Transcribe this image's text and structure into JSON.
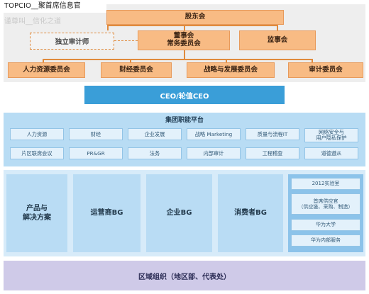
{
  "watermark": {
    "brand": "TOPCIO__聚首席信息官",
    "tagline": "谨尊叫__信化之道"
  },
  "governance": {
    "shareholders": "股东会",
    "board": "董事会",
    "executive_committee": "常务委员会",
    "supervisors": "监事会",
    "independent_auditor": "独立审计师",
    "committees": [
      "人力资源委员会",
      "财经委员会",
      "战略与发展委员会",
      "审计委员会"
    ]
  },
  "ceo": "CEO/轮值CEO",
  "platform": {
    "title": "集团职能平台",
    "row1": [
      "人力资源",
      "财经",
      "企业发展",
      "战略 Marketing",
      "质量与流程IT",
      "网络安全与\n用户隐私保护"
    ],
    "row2": [
      "片区联席会议",
      "PR&GR",
      "法务",
      "内部审计",
      "工程稽查",
      "道德遵从"
    ]
  },
  "business_groups": [
    "产品与\n解决方案",
    "运营商BG",
    "企业BG",
    "消费者BG"
  ],
  "right_column": [
    "2012实验室",
    "首席供应官\n（供应链、采购、制造）",
    "华为大学",
    "华为内部服务"
  ],
  "region": "区域组织（地区部、代表处）",
  "colors": {
    "governance_orange": "#f8bb84",
    "ceo_blue": "#3a9ed8",
    "platform_blue": "#b8dcf4",
    "region_purple": "#cfcae8"
  }
}
